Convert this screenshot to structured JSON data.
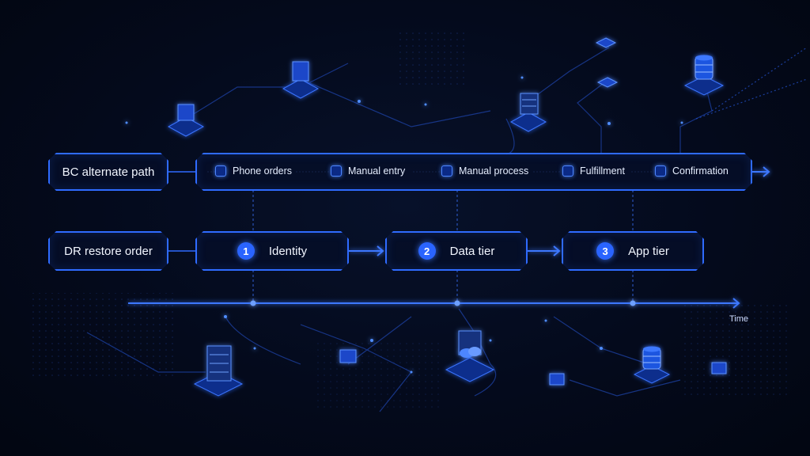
{
  "bc_path": {
    "label": "BC alternate path",
    "steps": [
      "Phone orders",
      "Manual entry",
      "Manual process",
      "Fulfillment",
      "Confirmation"
    ]
  },
  "dr_order": {
    "label": "DR restore order",
    "stages": [
      {
        "number": "1",
        "name": "Identity"
      },
      {
        "number": "2",
        "name": "Data tier"
      },
      {
        "number": "3",
        "name": "App tier"
      }
    ]
  },
  "timeline": {
    "label": "Time"
  },
  "colors": {
    "accent": "#2f6bff",
    "background": "#040a1c",
    "text": "#f2f6ff"
  }
}
